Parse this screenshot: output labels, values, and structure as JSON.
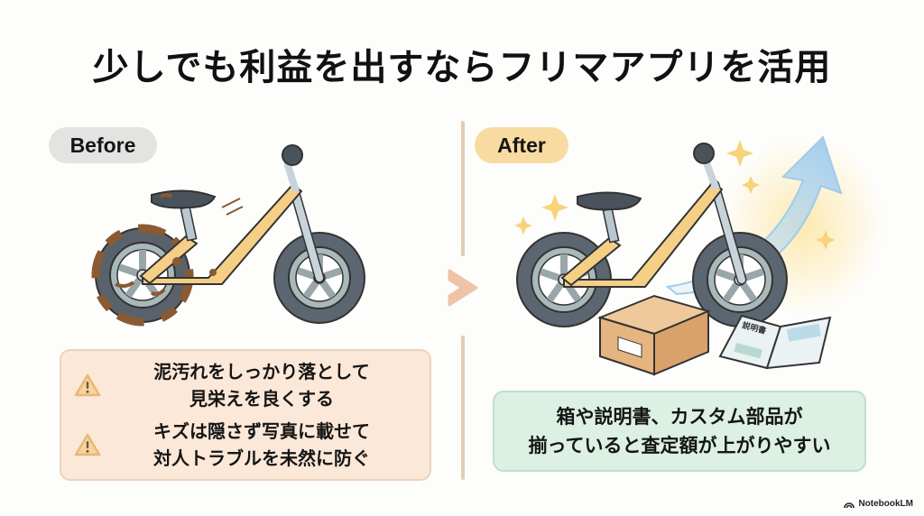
{
  "title": "少しでも利益を出すならフリマアプリを活用",
  "before": {
    "label": "Before",
    "illustration": "dirty-scratched-balance-bike",
    "warnings": [
      {
        "icon": "warning-icon",
        "lines": [
          "泥汚れをしっかり落として",
          "見栄えを良くする"
        ]
      },
      {
        "icon": "warning-icon",
        "lines": [
          "キズは隠さず写真に載せて",
          "対人トラブルを未然に防ぐ"
        ]
      }
    ]
  },
  "after": {
    "label": "After",
    "illustration": "clean-shiny-balance-bike-with-box-and-manual",
    "manual_label": "説明書",
    "tip_lines": [
      "箱や説明書、カスタム部品が",
      "揃っていると査定額が上がりやすい"
    ]
  },
  "divider": {
    "icon": "chevron-right-icon"
  },
  "branding": {
    "label": "NotebookLM"
  },
  "colors": {
    "before_pill": "#e3e3e1",
    "after_pill": "#f8dba0",
    "warning_box": "#fbe8d8",
    "tip_box": "#dcf0e4",
    "divider": "#e2cdb5",
    "chevron": "#efc3a6",
    "frame_yellow": "#f6cf86"
  }
}
